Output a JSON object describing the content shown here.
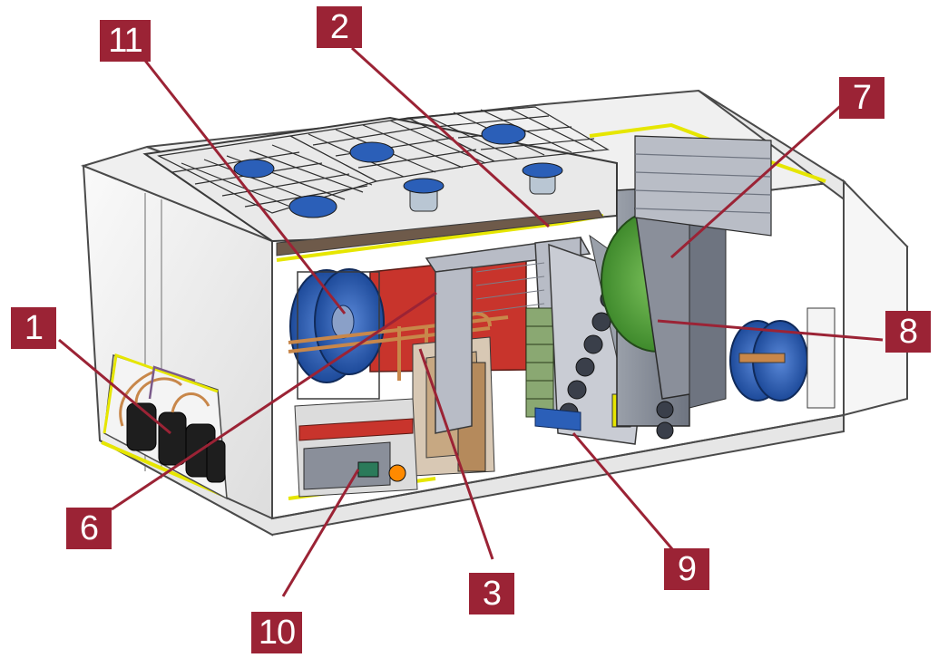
{
  "figure": {
    "colors": {
      "callout": "#9b2335",
      "leader": "#9b2335",
      "casing": "#f2f2f2",
      "casing_edge": "#4a4a4a",
      "trim": "#e6e600",
      "red_panel": "#c8342c",
      "fan_blue": "#2b5fb8",
      "green_wheel": "#4f9e3a",
      "metal_gray": "#8a8f9a",
      "dark": "#2a2a2a",
      "orange_pipe": "#c8874a"
    },
    "callouts": [
      {
        "id": "c1",
        "label": "1"
      },
      {
        "id": "c2",
        "label": "2"
      },
      {
        "id": "c3",
        "label": "3"
      },
      {
        "id": "c6",
        "label": "6"
      },
      {
        "id": "c7",
        "label": "7"
      },
      {
        "id": "c8",
        "label": "8"
      },
      {
        "id": "c9",
        "label": "9"
      },
      {
        "id": "c10",
        "label": "10"
      },
      {
        "id": "c11",
        "label": "11"
      }
    ]
  }
}
